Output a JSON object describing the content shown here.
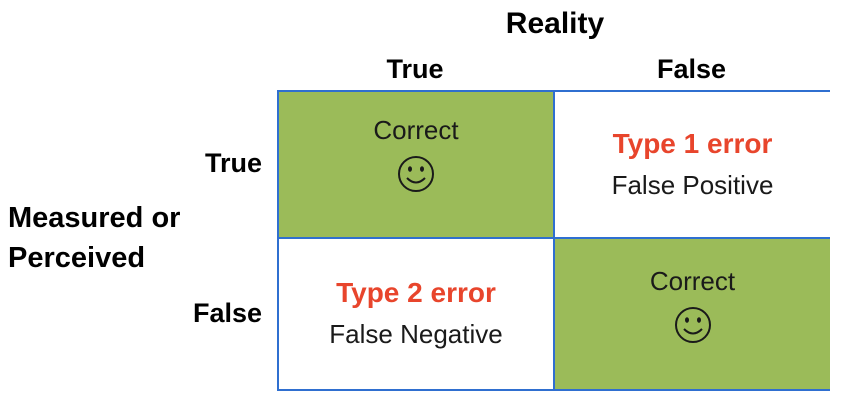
{
  "column_axis": {
    "title": "Reality",
    "true_label": "True",
    "false_label": "False"
  },
  "row_axis": {
    "title_line1": "Measured or",
    "title_line2": "Perceived",
    "true_label": "True",
    "false_label": "False"
  },
  "cells": {
    "true_true": {
      "text": "Correct",
      "icon": "smiley-icon",
      "color": "#9bbb59"
    },
    "true_false": {
      "title": "Type 1 error",
      "description": "False Positive",
      "title_color": "#e8452c"
    },
    "false_true": {
      "title": "Type 2 error",
      "description": "False Negative",
      "title_color": "#e8452c"
    },
    "false_false": {
      "text": "Correct",
      "icon": "smiley-icon",
      "color": "#9bbb59"
    }
  },
  "grid_color": "#2f6fd0"
}
